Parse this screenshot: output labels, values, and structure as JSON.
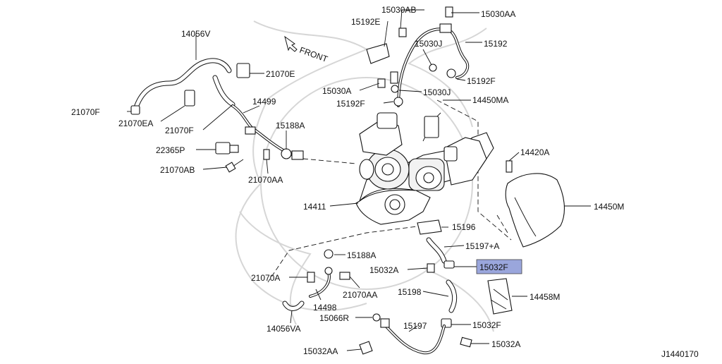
{
  "diagram_code": "J1440170",
  "front_indicator": "FRONT",
  "highlight_color": "#9aa6dc",
  "labels": {
    "p15030AB": "15030AB",
    "p15030AA": "15030AA",
    "p15192E": "15192E",
    "p15192": "15192",
    "p15030J_top": "15030J",
    "p14056V": "14056V",
    "p21070E": "21070E",
    "p15192F_right": "15192F",
    "p15030A": "15030A",
    "p15030J_mid": "15030J",
    "p14450MA": "14450MA",
    "p15192F_left": "15192F",
    "p14499": "14499",
    "p21070F_top": "21070F",
    "p21070EA": "21070EA",
    "p21070F_mid": "21070F",
    "p15188A_top": "15188A",
    "p22365P": "22365P",
    "p14420A": "14420A",
    "p21070AB": "21070AB",
    "p21070AA_top": "21070AA",
    "p14411": "14411",
    "p14450M": "14450M",
    "p15196": "15196",
    "p15197A": "15197+A",
    "p15188A_bot": "15188A",
    "p15032A": "15032A",
    "p15032F_hl": "15032F",
    "p21070A": "21070A",
    "p21070AA_bot": "21070AA",
    "p15198": "15198",
    "p14458M": "14458M",
    "p14498": "14498",
    "p15066R": "15066R",
    "p15197": "15197",
    "p15032F_bot": "15032F",
    "p14056VA": "14056VA",
    "p15032AA": "15032AA",
    "p15032A_bot": "15032A"
  }
}
